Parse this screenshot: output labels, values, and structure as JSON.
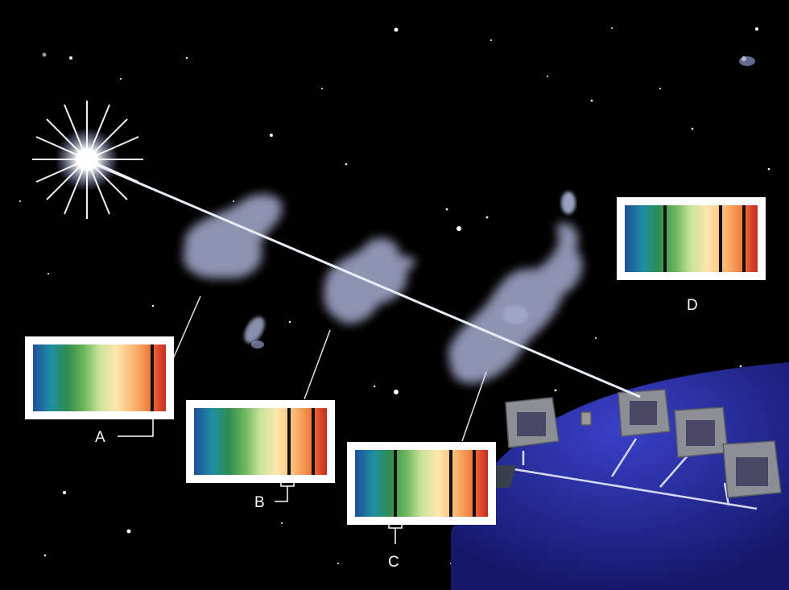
{
  "labels": {
    "a": "A",
    "b": "B",
    "c": "C",
    "d": "D"
  },
  "colors": {
    "space": "#000000",
    "light_beam": "#e8eef8",
    "gas_cloud": "#a6aac8",
    "ground": "#2b2fa0"
  },
  "icons": [
    "quasar-star-icon",
    "gas-cloud-icon",
    "galaxy-icon",
    "telescope-icon"
  ]
}
